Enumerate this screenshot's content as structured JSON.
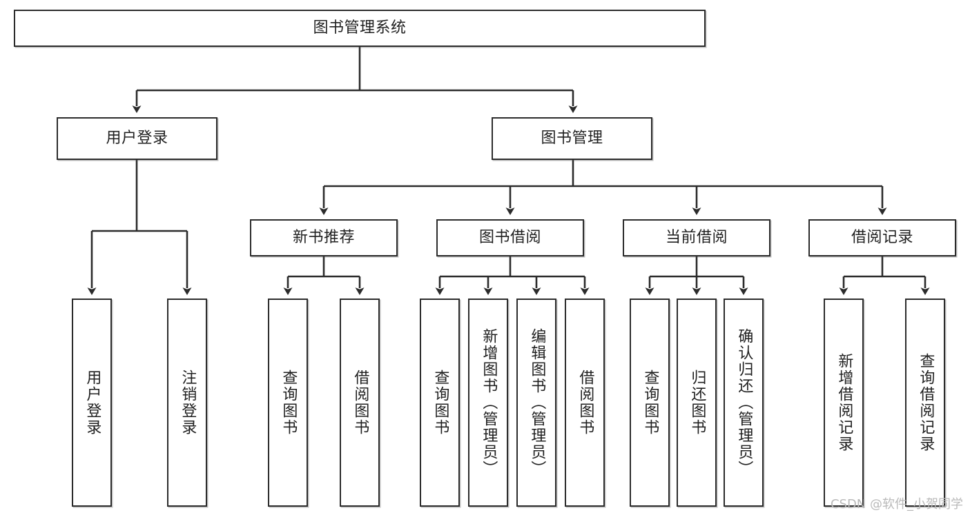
{
  "diagram": {
    "type": "tree-hierarchy",
    "root": {
      "id": "root",
      "label": "图书管理系统"
    },
    "level1": [
      {
        "id": "user-login",
        "label": "用户登录"
      },
      {
        "id": "book-manage",
        "label": "图书管理"
      }
    ],
    "level2": [
      {
        "id": "new-book-recommend",
        "label": "新书推荐",
        "parent": "book-manage"
      },
      {
        "id": "book-borrow",
        "label": "图书借阅",
        "parent": "book-manage"
      },
      {
        "id": "current-borrow",
        "label": "当前借阅",
        "parent": "book-manage"
      },
      {
        "id": "borrow-record",
        "label": "借阅记录",
        "parent": "book-manage"
      }
    ],
    "leaves": [
      {
        "id": "leaf-user-login",
        "label": "用户登录",
        "parent": "user-login"
      },
      {
        "id": "leaf-logout-login",
        "label": "注销登录",
        "parent": "user-login"
      },
      {
        "id": "leaf-query-book-1",
        "label": "查询图书",
        "parent": "new-book-recommend"
      },
      {
        "id": "leaf-borrow-book-1",
        "label": "借阅图书",
        "parent": "new-book-recommend"
      },
      {
        "id": "leaf-query-book-2",
        "label": "查询图书",
        "parent": "book-borrow"
      },
      {
        "id": "leaf-add-book",
        "label": "新增图书（管理员）",
        "parent": "book-borrow"
      },
      {
        "id": "leaf-edit-book",
        "label": "编辑图书（管理员）",
        "parent": "book-borrow"
      },
      {
        "id": "leaf-borrow-book-2",
        "label": "借阅图书",
        "parent": "book-borrow"
      },
      {
        "id": "leaf-query-book-3",
        "label": "查询图书",
        "parent": "current-borrow"
      },
      {
        "id": "leaf-return-book",
        "label": "归还图书",
        "parent": "current-borrow"
      },
      {
        "id": "leaf-confirm-return",
        "label": "确认归还（管理员）",
        "parent": "current-borrow"
      },
      {
        "id": "leaf-add-record",
        "label": "新增借阅记录",
        "parent": "borrow-record"
      },
      {
        "id": "leaf-query-record",
        "label": "查询借阅记录",
        "parent": "borrow-record"
      }
    ],
    "colors": {
      "stroke": "#2b2b2b",
      "fill": "#ffffff",
      "text": "#1f1f1f",
      "watermark": "#b9b9b9"
    }
  },
  "watermark": {
    "text": "CSDN @软件_小贺同学"
  }
}
